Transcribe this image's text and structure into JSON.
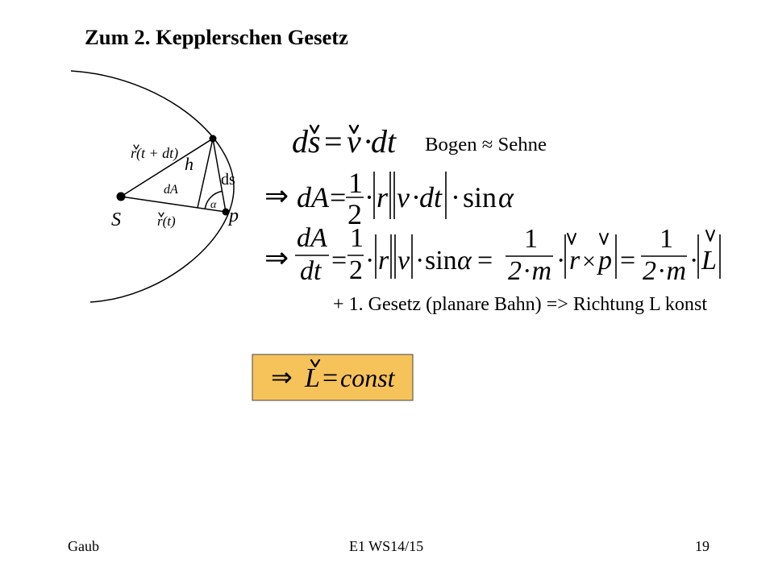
{
  "slide": {
    "title": "Zum 2. Kepplerschen Gesetz",
    "footer": {
      "author": "Gaub",
      "course": "E1 WS14/15",
      "page_number": "19"
    }
  },
  "diagram": {
    "r_t_dt": "r(t + dt)",
    "h": "h",
    "dA": "dA",
    "ds": "ds",
    "S": "S",
    "r_t": "r(t)",
    "p": "p",
    "alpha": "α"
  },
  "eq_arc": {
    "ds": "ds",
    "equals": "=",
    "v": "v",
    "dot": "·",
    "dt": "dt",
    "note": "Bogen ≈ Sehne"
  },
  "eq_area": {
    "implies": "⇒",
    "dA": "dA",
    "equals": "=",
    "half_num": "1",
    "half_den": "2",
    "dot1": "·",
    "r": "r",
    "v": "v",
    "dot2": "·",
    "dt": "dt",
    "dot3": "·",
    "sin": "sin",
    "alpha": "α"
  },
  "eq_rate": {
    "implies": "⇒",
    "dA": "dA",
    "dt": "dt",
    "equals1": "=",
    "half_num": "1",
    "half_den": "2",
    "dot1": "·",
    "r": "r",
    "v": "v",
    "dot2": "·",
    "sin": "sin",
    "alpha": "α",
    "equals2": "=",
    "frac_a_num": "1",
    "frac_a_den": "2 · m",
    "dot3": "·",
    "cross_r": "r",
    "cross_times": "×",
    "cross_p": "p",
    "equals3": "=",
    "frac_b_num": "1",
    "frac_b_den": "2 · m",
    "dot4": "·",
    "L": "L"
  },
  "remark": "+ 1. Gesetz (planare Bahn) => Richtung L konst",
  "result": {
    "implies": "⇒",
    "L": "L",
    "equals": "=",
    "const": "const",
    "box_fill": "#F6C35A"
  }
}
